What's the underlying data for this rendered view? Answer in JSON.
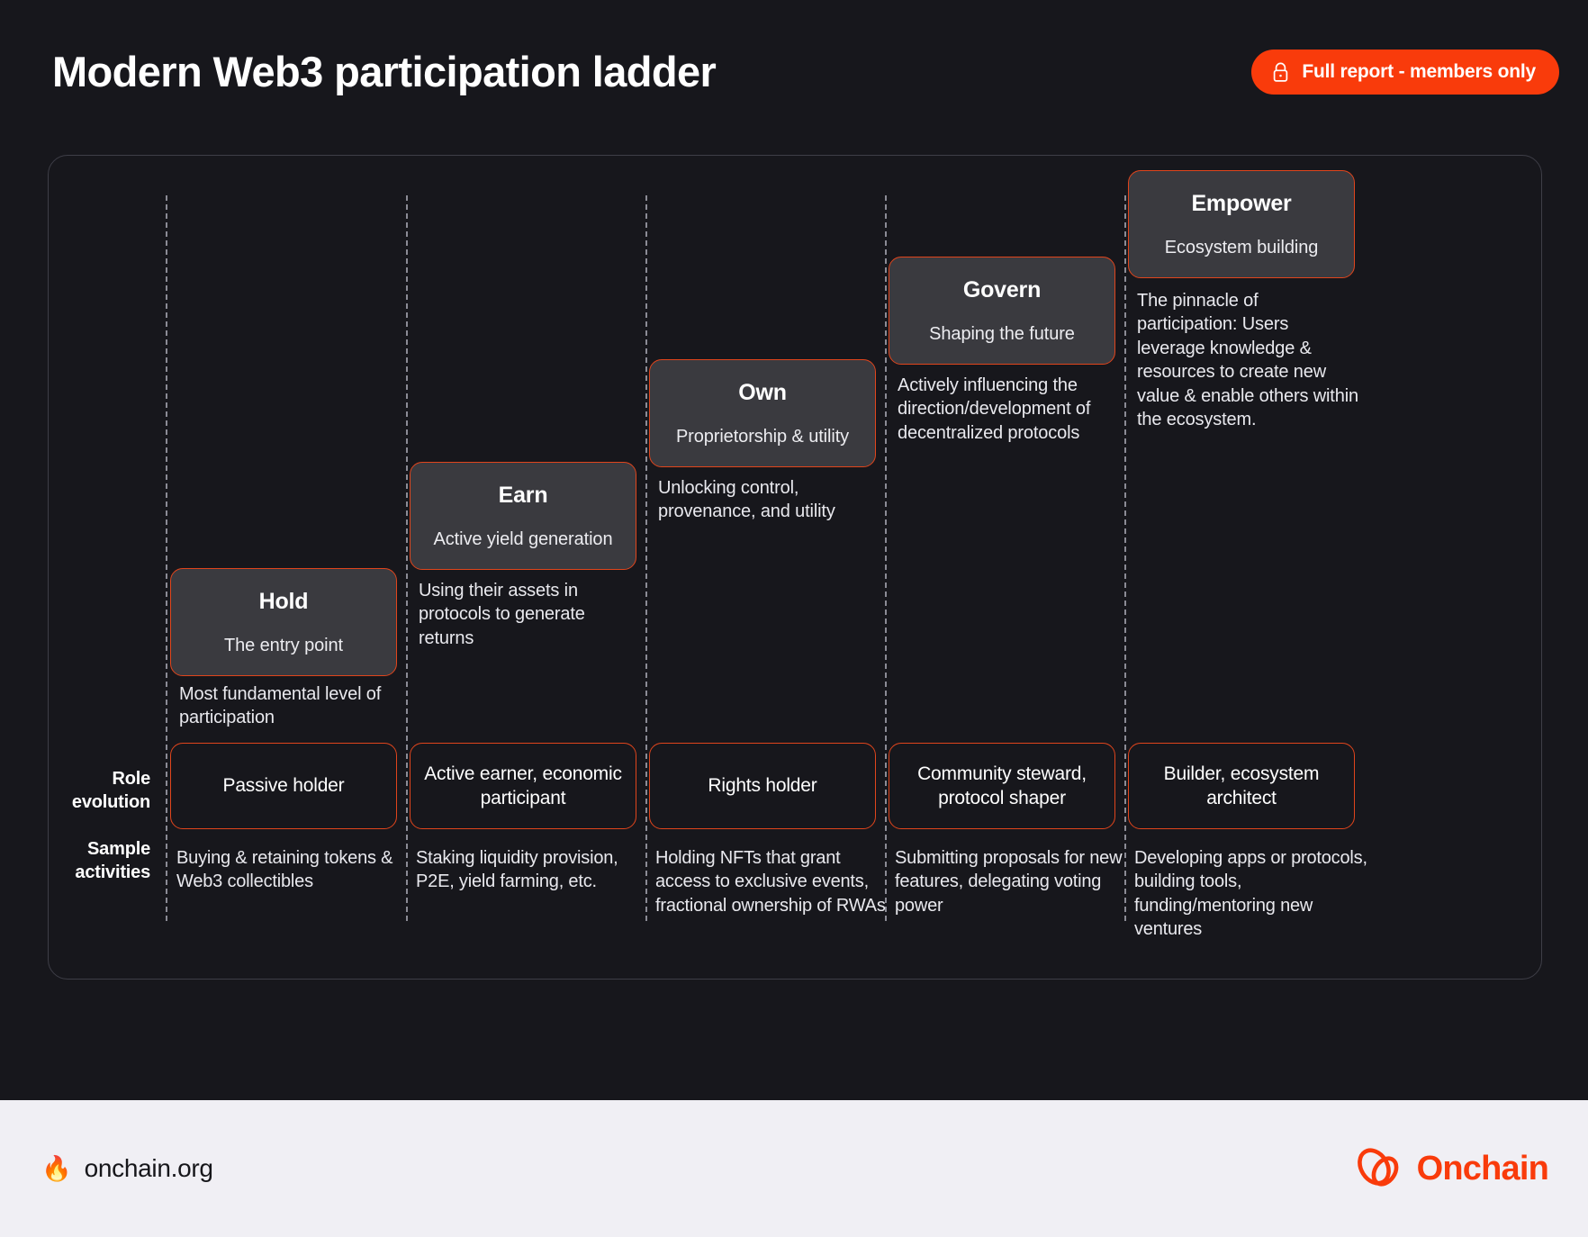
{
  "header": {
    "title": "Modern Web3 participation ladder",
    "badge": {
      "label": "Full report - members only",
      "icon": "lock-icon",
      "color": "#f93b0b"
    }
  },
  "theme": {
    "background": "#17171c",
    "accent": "#f93b0b",
    "card_border": "#e0451c",
    "card_fill": "#3a3a3f",
    "divider": "#8b8b95",
    "footer_bg": "#f0eff4"
  },
  "row_labels": {
    "role_evolution": "Role\nevolution",
    "role_evolution_line1": "Role",
    "role_evolution_line2": "evolution",
    "sample_activities_line1": "Sample",
    "sample_activities_line2": "activities"
  },
  "steps": [
    {
      "title": "Hold",
      "subtitle": "The entry point",
      "description": "Most fundamental level of participation",
      "role": "Passive holder",
      "activity": "Buying & retaining tokens & Web3 collectibles"
    },
    {
      "title": "Earn",
      "subtitle": "Active yield generation",
      "description": "Using their assets in protocols to generate returns",
      "role": "Active earner, economic participant",
      "activity": "Staking liquidity provision, P2E, yield farming, etc."
    },
    {
      "title": "Own",
      "subtitle": "Proprietorship & utility",
      "description": "Unlocking control, provenance, and utility",
      "role": "Rights holder",
      "activity": "Holding NFTs that grant access to exclusive events, fractional ownership of RWAs"
    },
    {
      "title": "Govern",
      "subtitle": "Shaping the future",
      "description": "Actively influencing the direction/development of decentralized protocols",
      "role": "Community steward, protocol shaper",
      "activity": "Submitting proposals for new features, delegating voting power"
    },
    {
      "title": "Empower",
      "subtitle": "Ecosystem building",
      "description": "The pinnacle of participation: Users leverage knowledge & resources to create new value & enable others within the ecosystem.",
      "role": "Builder, ecosystem architect",
      "activity": "Developing apps or protocols, building tools, funding/mentoring new ventures"
    }
  ],
  "footer": {
    "url": "onchain.org",
    "fire_icon": "🔥",
    "brand": "Onchain",
    "logo_icon": "onchain-loops-logo"
  }
}
